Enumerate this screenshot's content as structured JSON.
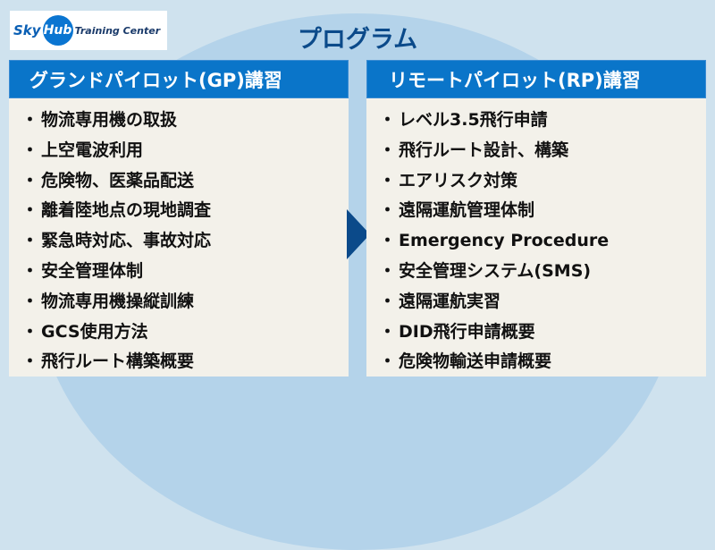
{
  "logo": {
    "sky": "Sky",
    "hub": "Hub",
    "tagline": "Training Center"
  },
  "title": "プログラム",
  "left": {
    "header": "グランドパイロット(GP)講習",
    "items": [
      "物流専用機の取扱",
      "上空電波利用",
      "危険物、医薬品配送",
      "離着陸地点の現地調査",
      "緊急時対応、事故対応",
      "安全管理体制",
      "物流専用機操縦訓練",
      "GCS使用方法",
      "飛行ルート構築概要"
    ]
  },
  "right": {
    "header": "リモートパイロット(RP)講習",
    "items": [
      "レベル3.5飛行申請",
      "飛行ルート設計、構築",
      "エアリスク対策",
      "遠隔運航管理体制",
      "Emergency Procedure",
      "安全管理システム(SMS)",
      "遠隔運航実習",
      "DID飛行申請概要",
      "危険物輸送申請概要"
    ]
  },
  "bullet": "・"
}
